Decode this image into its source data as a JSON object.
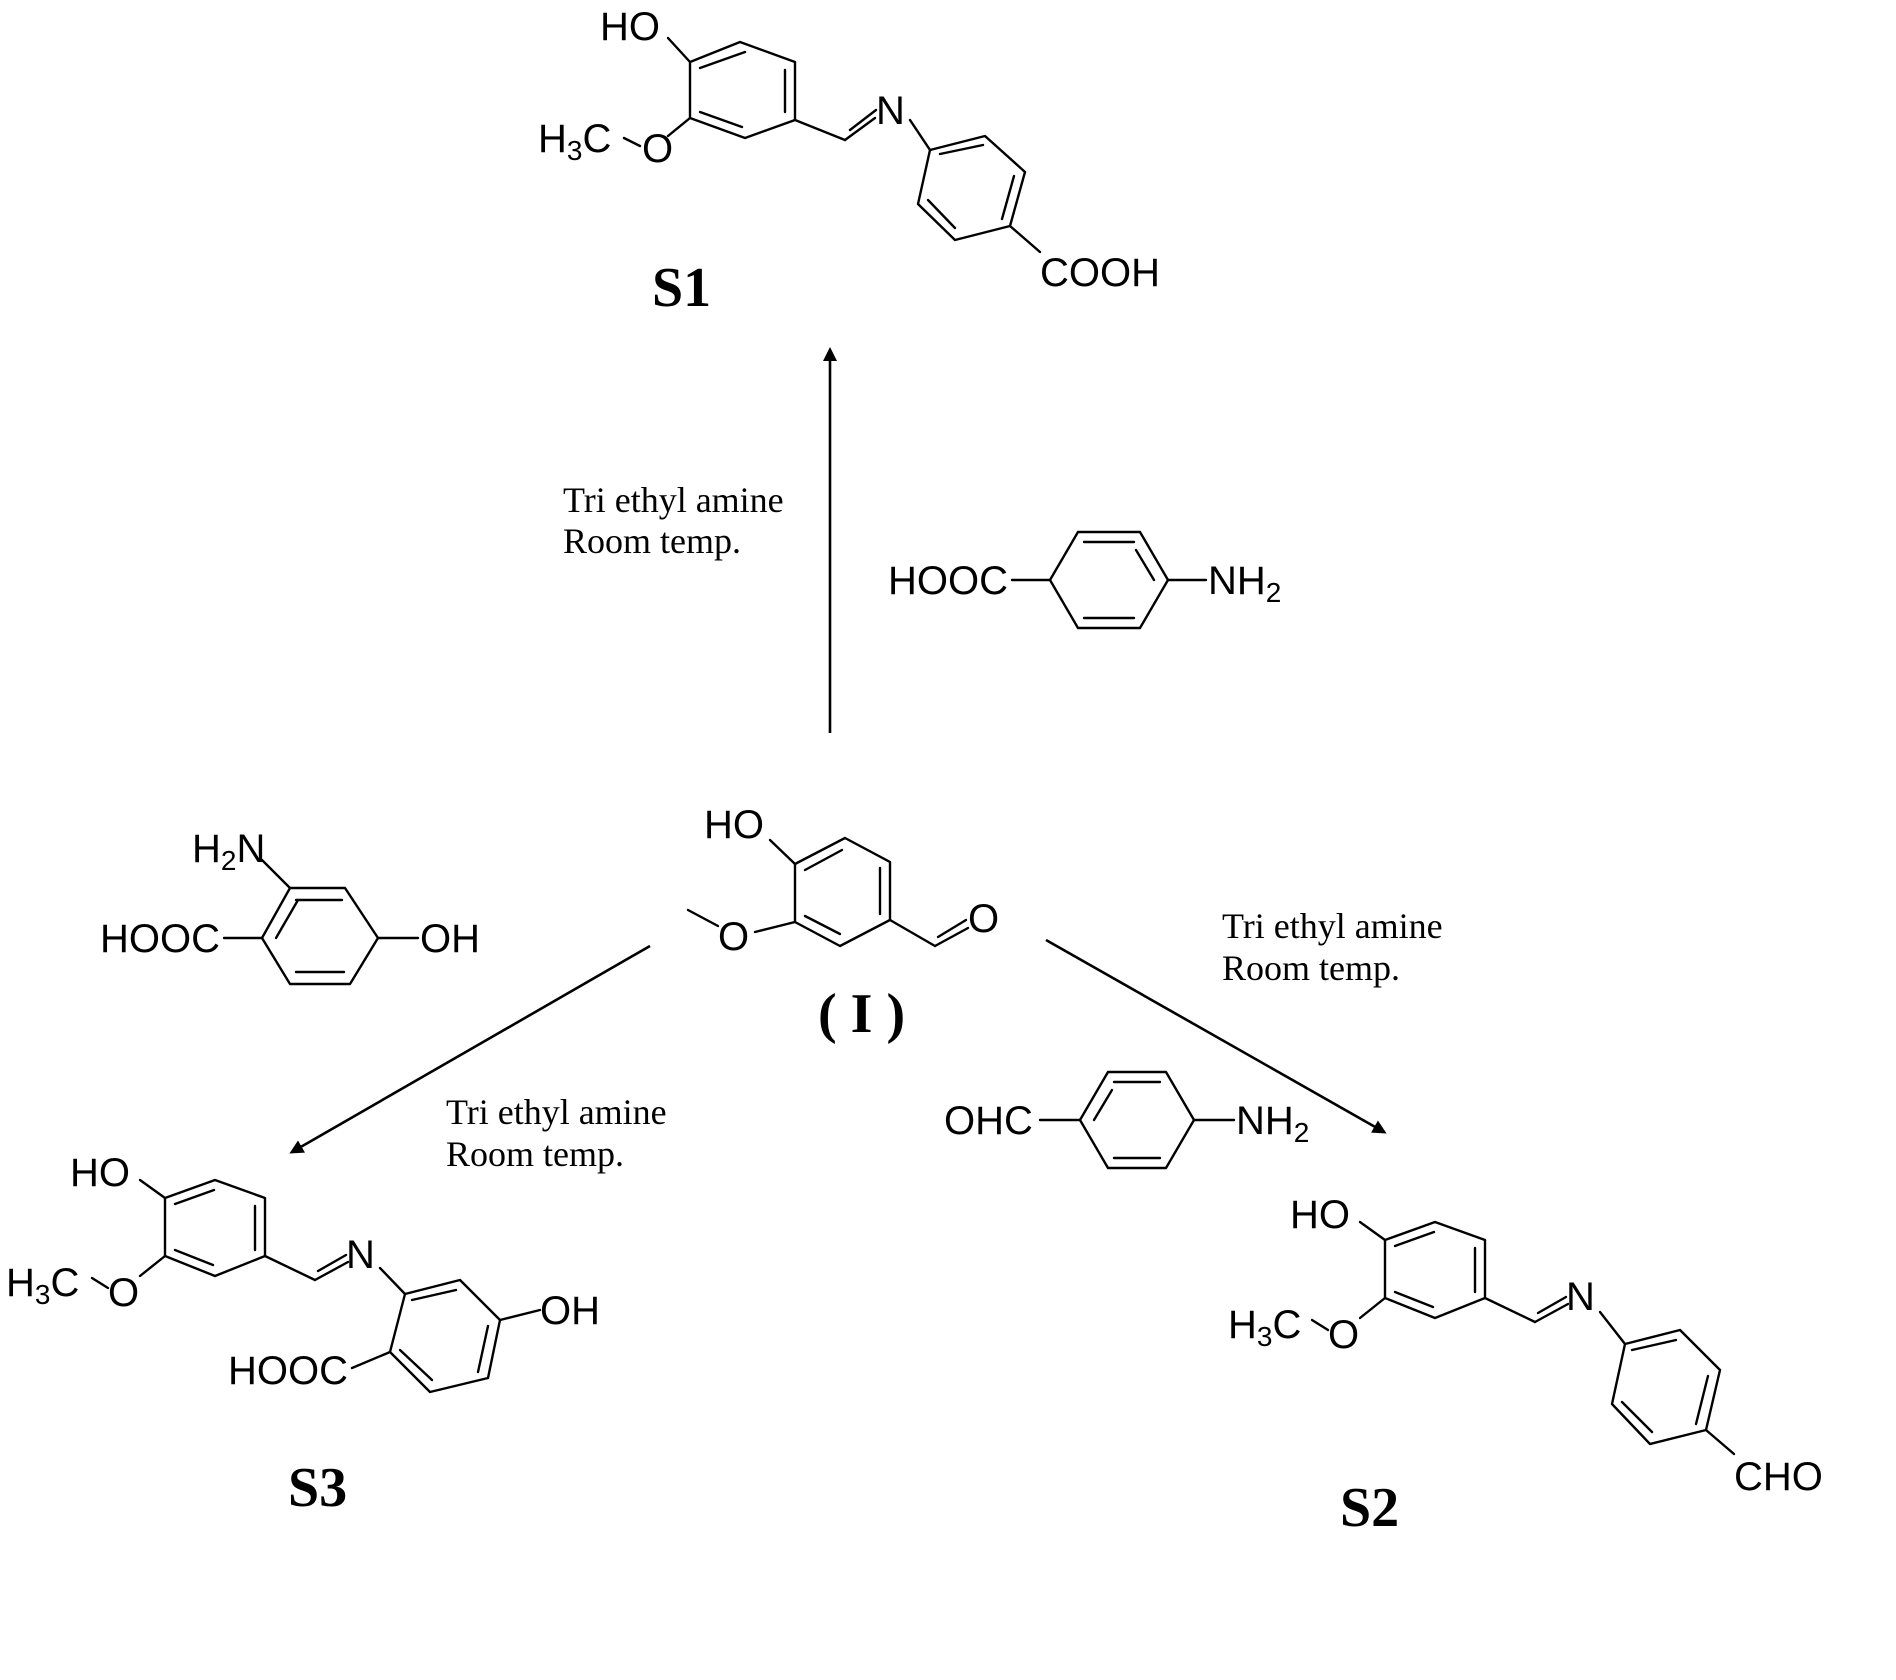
{
  "products": {
    "s1": {
      "label": "S1",
      "oh": "HO",
      "methyl": "H",
      "methyl_sub": "3",
      "methyl_c": "C",
      "o": "O",
      "n": "N",
      "tail": "COOH"
    },
    "s2": {
      "label": "S2",
      "oh": "HO",
      "methyl": "H",
      "methyl_sub": "3",
      "methyl_c": "C",
      "o": "O",
      "n": "N",
      "tail": "CHO"
    },
    "s3": {
      "label": "S3",
      "oh": "HO",
      "methyl": "H",
      "methyl_sub": "3",
      "methyl_c": "C",
      "o": "O",
      "n": "N",
      "acid": "HOOC",
      "oh2": "OH"
    }
  },
  "start": {
    "label": "( I )",
    "oh": "HO",
    "o": "O",
    "ald": "O"
  },
  "reagents": {
    "aminobenzoic": {
      "left": "HOOC",
      "right": "NH",
      "sub": "2"
    },
    "aminobenzaldehyde": {
      "left": "OHC",
      "right": "NH",
      "sub": "2"
    },
    "aminohydroxybenzoic": {
      "top": "H",
      "top_sub": "2",
      "top_n": "N",
      "left": "HOOC",
      "right": "OH"
    }
  },
  "conditions": {
    "up": {
      "line1": "Tri ethyl amine",
      "line2": "Room temp."
    },
    "right": {
      "line1": "Tri ethyl amine",
      "line2": "Room temp."
    },
    "left": {
      "line1": "Tri ethyl amine",
      "line2": "Room temp."
    }
  }
}
